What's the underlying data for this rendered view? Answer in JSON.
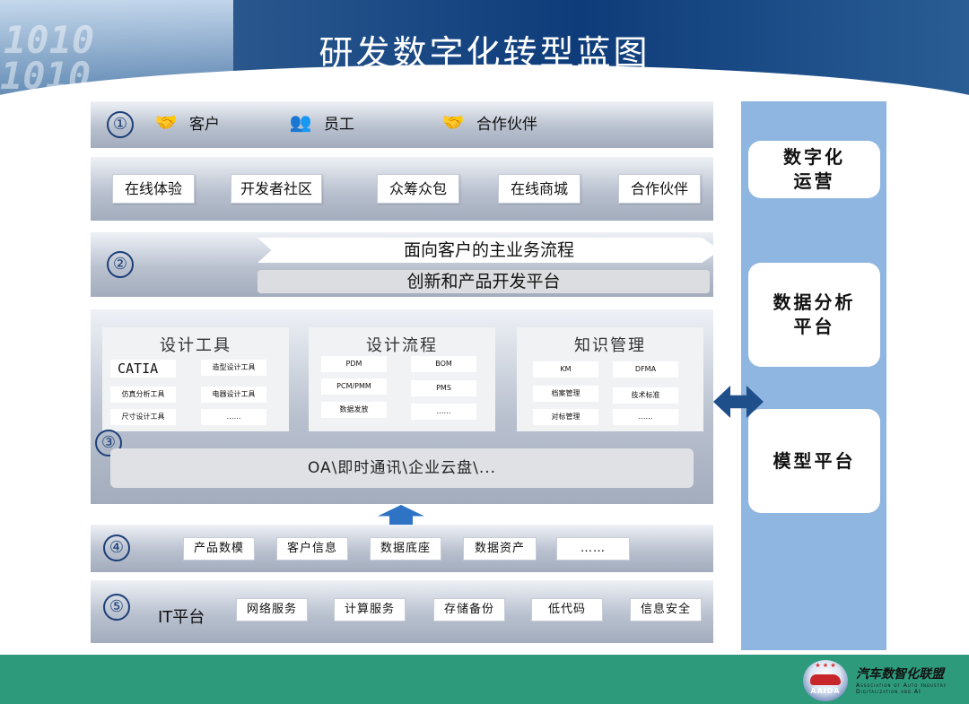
{
  "header": {
    "title": "研发数字化转型蓝图",
    "binary_1": "1010",
    "binary_2": "1010"
  },
  "layer1": {
    "num": "①",
    "roles": [
      {
        "label": "客户",
        "icon": "handshake-icon",
        "glyph": "🤝"
      },
      {
        "label": "员工",
        "icon": "employees-icon",
        "glyph": "👥"
      },
      {
        "label": "合作伙伴",
        "icon": "partners-icon",
        "glyph": "🤝"
      }
    ],
    "channels": [
      "在线体验",
      "开发者社区",
      "众筹众包",
      "在线商城",
      "合作伙伴"
    ]
  },
  "layer2": {
    "num": "②",
    "process": "面向客户的主业务流程",
    "platform": "创新和产品开发平台"
  },
  "layer3": {
    "num": "③",
    "panels": {
      "design_tools": {
        "title": "设计工具",
        "items": [
          "CATIA",
          "造型设计工具",
          "仿真分析工具",
          "电器设计工具",
          "尺寸设计工具",
          "……"
        ]
      },
      "design_process": {
        "title": "设计流程",
        "items": [
          "PDM",
          "BOM",
          "PCM/PMM",
          "PMS",
          "数据发放",
          "……"
        ]
      },
      "knowledge": {
        "title": "知识管理",
        "items": [
          "KM",
          "DFMA",
          "档案管理",
          "技术标准",
          "对标管理",
          "……"
        ]
      }
    },
    "oa": "OA\\即时通讯\\企业云盘\\..."
  },
  "layer4": {
    "num": "④",
    "items": [
      "产品数模",
      "客户信息",
      "数据底座",
      "数据资产",
      "……"
    ]
  },
  "layer5": {
    "num": "⑤",
    "label": "IT平台",
    "items": [
      "网络服务",
      "计算服务",
      "存储备份",
      "低代码",
      "信息安全"
    ]
  },
  "right": {
    "items": [
      "数字化\n运营",
      "数据分析\n平台",
      "模型平台"
    ]
  },
  "footer": {
    "logo_mark": "AAIDA",
    "logo_title": "汽车数智化联盟",
    "logo_sub_1": "Association of Auto Industry",
    "logo_sub_2": "Digitalization and AI"
  },
  "colors": {
    "header": "#0e3c7a",
    "accent": "#2e73c4",
    "right_panel": "#8fb6e0",
    "footer": "#2e9a7c",
    "number": "#1d3f78"
  }
}
